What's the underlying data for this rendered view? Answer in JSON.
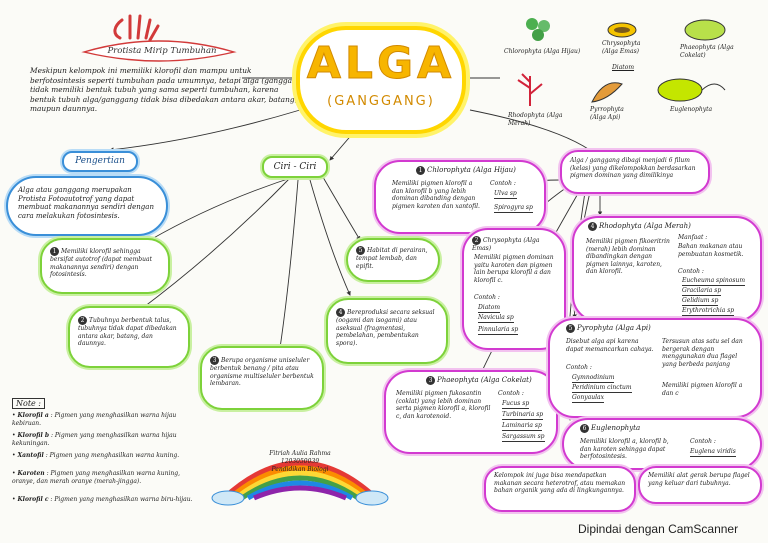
{
  "title": {
    "main": "ALGA",
    "sub": "(GANGGANG)"
  },
  "hand_banner": "Protista Mirip Tumbuhan",
  "intro": "Meskipun kelompok ini memiliki klorofil dan mampu untuk berfotosintesis seperti tumbuhan pada umumnya, tetapi alga (ganggang) tidak memiliki bentuk tubuh yang sama seperti tumbuhan, karena bentuk tubuh alga/ganggang tidak bisa dibedakan antara akar, batang, maupun daunnya.",
  "pictures": {
    "chlorophyta": "Chlorophyta (Alga Hijau)",
    "chrysophyta": "Chrysophyta (Alga Emas)",
    "phaeophyta": "Phaeophyta (Alga Cokelat)",
    "diatom": "Diatom",
    "rhodophyta": "Rhodophyta (Alga Merah)",
    "pyrrophyta": "Pyrrophyta (Alga Api)",
    "euglenophyta": "Euglenophyta"
  },
  "pengertian": {
    "label": "Pengertian",
    "text": "Alga atau ganggang merupakan Protista Fotoautotrof yang dapat membuat makanannya sendiri dengan cara melakukan fotosintesis."
  },
  "ciri": {
    "label": "Ciri - Ciri",
    "items": [
      {
        "n": "1",
        "text": "Memiliki klorofil sehingga bersifat autotrof (dapat membuat makanannya sendiri) dengan fotosintesis."
      },
      {
        "n": "2",
        "text": "Tubuhnya berbentuk talus, tubuhnya tidak dapat dibedakan antara akar, batang, dan daunnya."
      },
      {
        "n": "3",
        "text": "Berupa organisme uniseluler berbentuk benang / pita atau organisme multiseluler berbentuk lembaran."
      },
      {
        "n": "4",
        "text": "Bereproduksi secara seksual (oogami dan isogami) atau aseksual (fragmentasi, pembelahan, pembentukan spora)."
      },
      {
        "n": "5",
        "text": "Habitat di perairan, tempat lembab, dan epifit."
      }
    ]
  },
  "groups_intro": "Alga / ganggang dibagi menjadi 6 filum (kelas) yang dikelompokkan berdasarkan pigmen dominan yang dimilikinya",
  "groups": [
    {
      "n": "1",
      "name": "Chlorophyta (Alga Hijau)",
      "desc": "Memiliki pigmen klorofil a dan klorofil b yang lebih dominan dibanding dengan pigmen karoten dan xantofil.",
      "contoh_label": "Contoh :",
      "contoh": [
        "Ulva sp",
        "Spirogyra sp"
      ]
    },
    {
      "n": "2",
      "name": "Chrysophyta (Alga Emas)",
      "desc": "Memiliki pigmen dominan yaitu karoten dan pigmen lain berupa klorofil a dan klorofil c.",
      "contoh_label": "Contoh :",
      "contoh": [
        "Diatom",
        "Navicula sp",
        "Pinnularia sp"
      ]
    },
    {
      "n": "3",
      "name": "Phaeophyta (Alga Cokelat)",
      "desc": "Memiliki pigmen fukosantin (coklat) yang lebih dominan serta pigmen klorofil a, klorofil c, dan karotenoid.",
      "contoh_label": "Contoh :",
      "contoh": [
        "Fucus sp",
        "Turbinaria sp",
        "Laminaria sp",
        "Sargassum sp"
      ]
    },
    {
      "n": "4",
      "name": "Rhodophyta (Alga Merah)",
      "desc": "Memiliki pigmen fikoeritrin (merah) lebih dominan dibandingkan dengan pigmen lainnya, karoten, dan klorofil.",
      "manfaat_label": "Manfaat :",
      "manfaat": "Bahan makanan atau pembuatan kosmetik.",
      "contoh_label": "Contoh :",
      "contoh": [
        "Eucheuma spinosum",
        "Gracilaria sp",
        "Gelidium sp",
        "Erythrotrichia sp"
      ]
    },
    {
      "n": "5",
      "name": "Pyrophyta (Alga Api)",
      "desc": "Disebut alga api karena dapat memancarkan cahaya.",
      "contoh_label": "Contoh :",
      "contoh": [
        "Gymnodinium",
        "Peridinium cinctum",
        "Gonyaulax"
      ],
      "extra": [
        "Tersusun atas satu sel dan bergerak dengan menggunakan dua flagel yang berbeda panjang",
        "Memiliki pigmen klorofil a dan c"
      ]
    },
    {
      "n": "6",
      "name": "Euglenophyta",
      "desc": "Memiliki klorofil a, klorofil b, dan karoten sehingga dapat berfotosintesis.",
      "contoh_label": "Contoh :",
      "contoh": [
        "Euglena viridis"
      ],
      "extra": [
        "Kelompok ini juga bisa mendapatkan makanan secara heterotrof, atau memakan bahan organik yang ada di lingkungannya.",
        "Memiliki alat gerak berupa flagel yang keluar dari tubuhnya."
      ]
    }
  ],
  "note": {
    "label": "Note :",
    "items": [
      {
        "term": "Klorofil a",
        "def": "Pigmen yang menghasilkan warna hijau kebiruan."
      },
      {
        "term": "Klorofil b",
        "def": "Pigmen yang menghasilkan warna hijau kekuningan."
      },
      {
        "term": "Xantofil",
        "def": "Pigmen yang menghasilkan warna kuning."
      },
      {
        "term": "Karoten",
        "def": "Pigmen yang menghasilkan warna kuning, oranye, dan merah oranye (merah-jingga)."
      },
      {
        "term": "Klorofil c",
        "def": "Pigmen yang menghasilkan warna biru-hijau."
      }
    ]
  },
  "signature": {
    "name": "Fitriah Aulia Rahma",
    "id": "1203050039",
    "dept": "Pendidikan Biologi"
  },
  "watermark": "Dipindai dengan CamScanner",
  "colors": {
    "green": "#7dd23a",
    "blue": "#3a8fd8",
    "pink": "#d23ad0",
    "title_fill": "#f7b500",
    "title_glow": "#fff36a"
  }
}
